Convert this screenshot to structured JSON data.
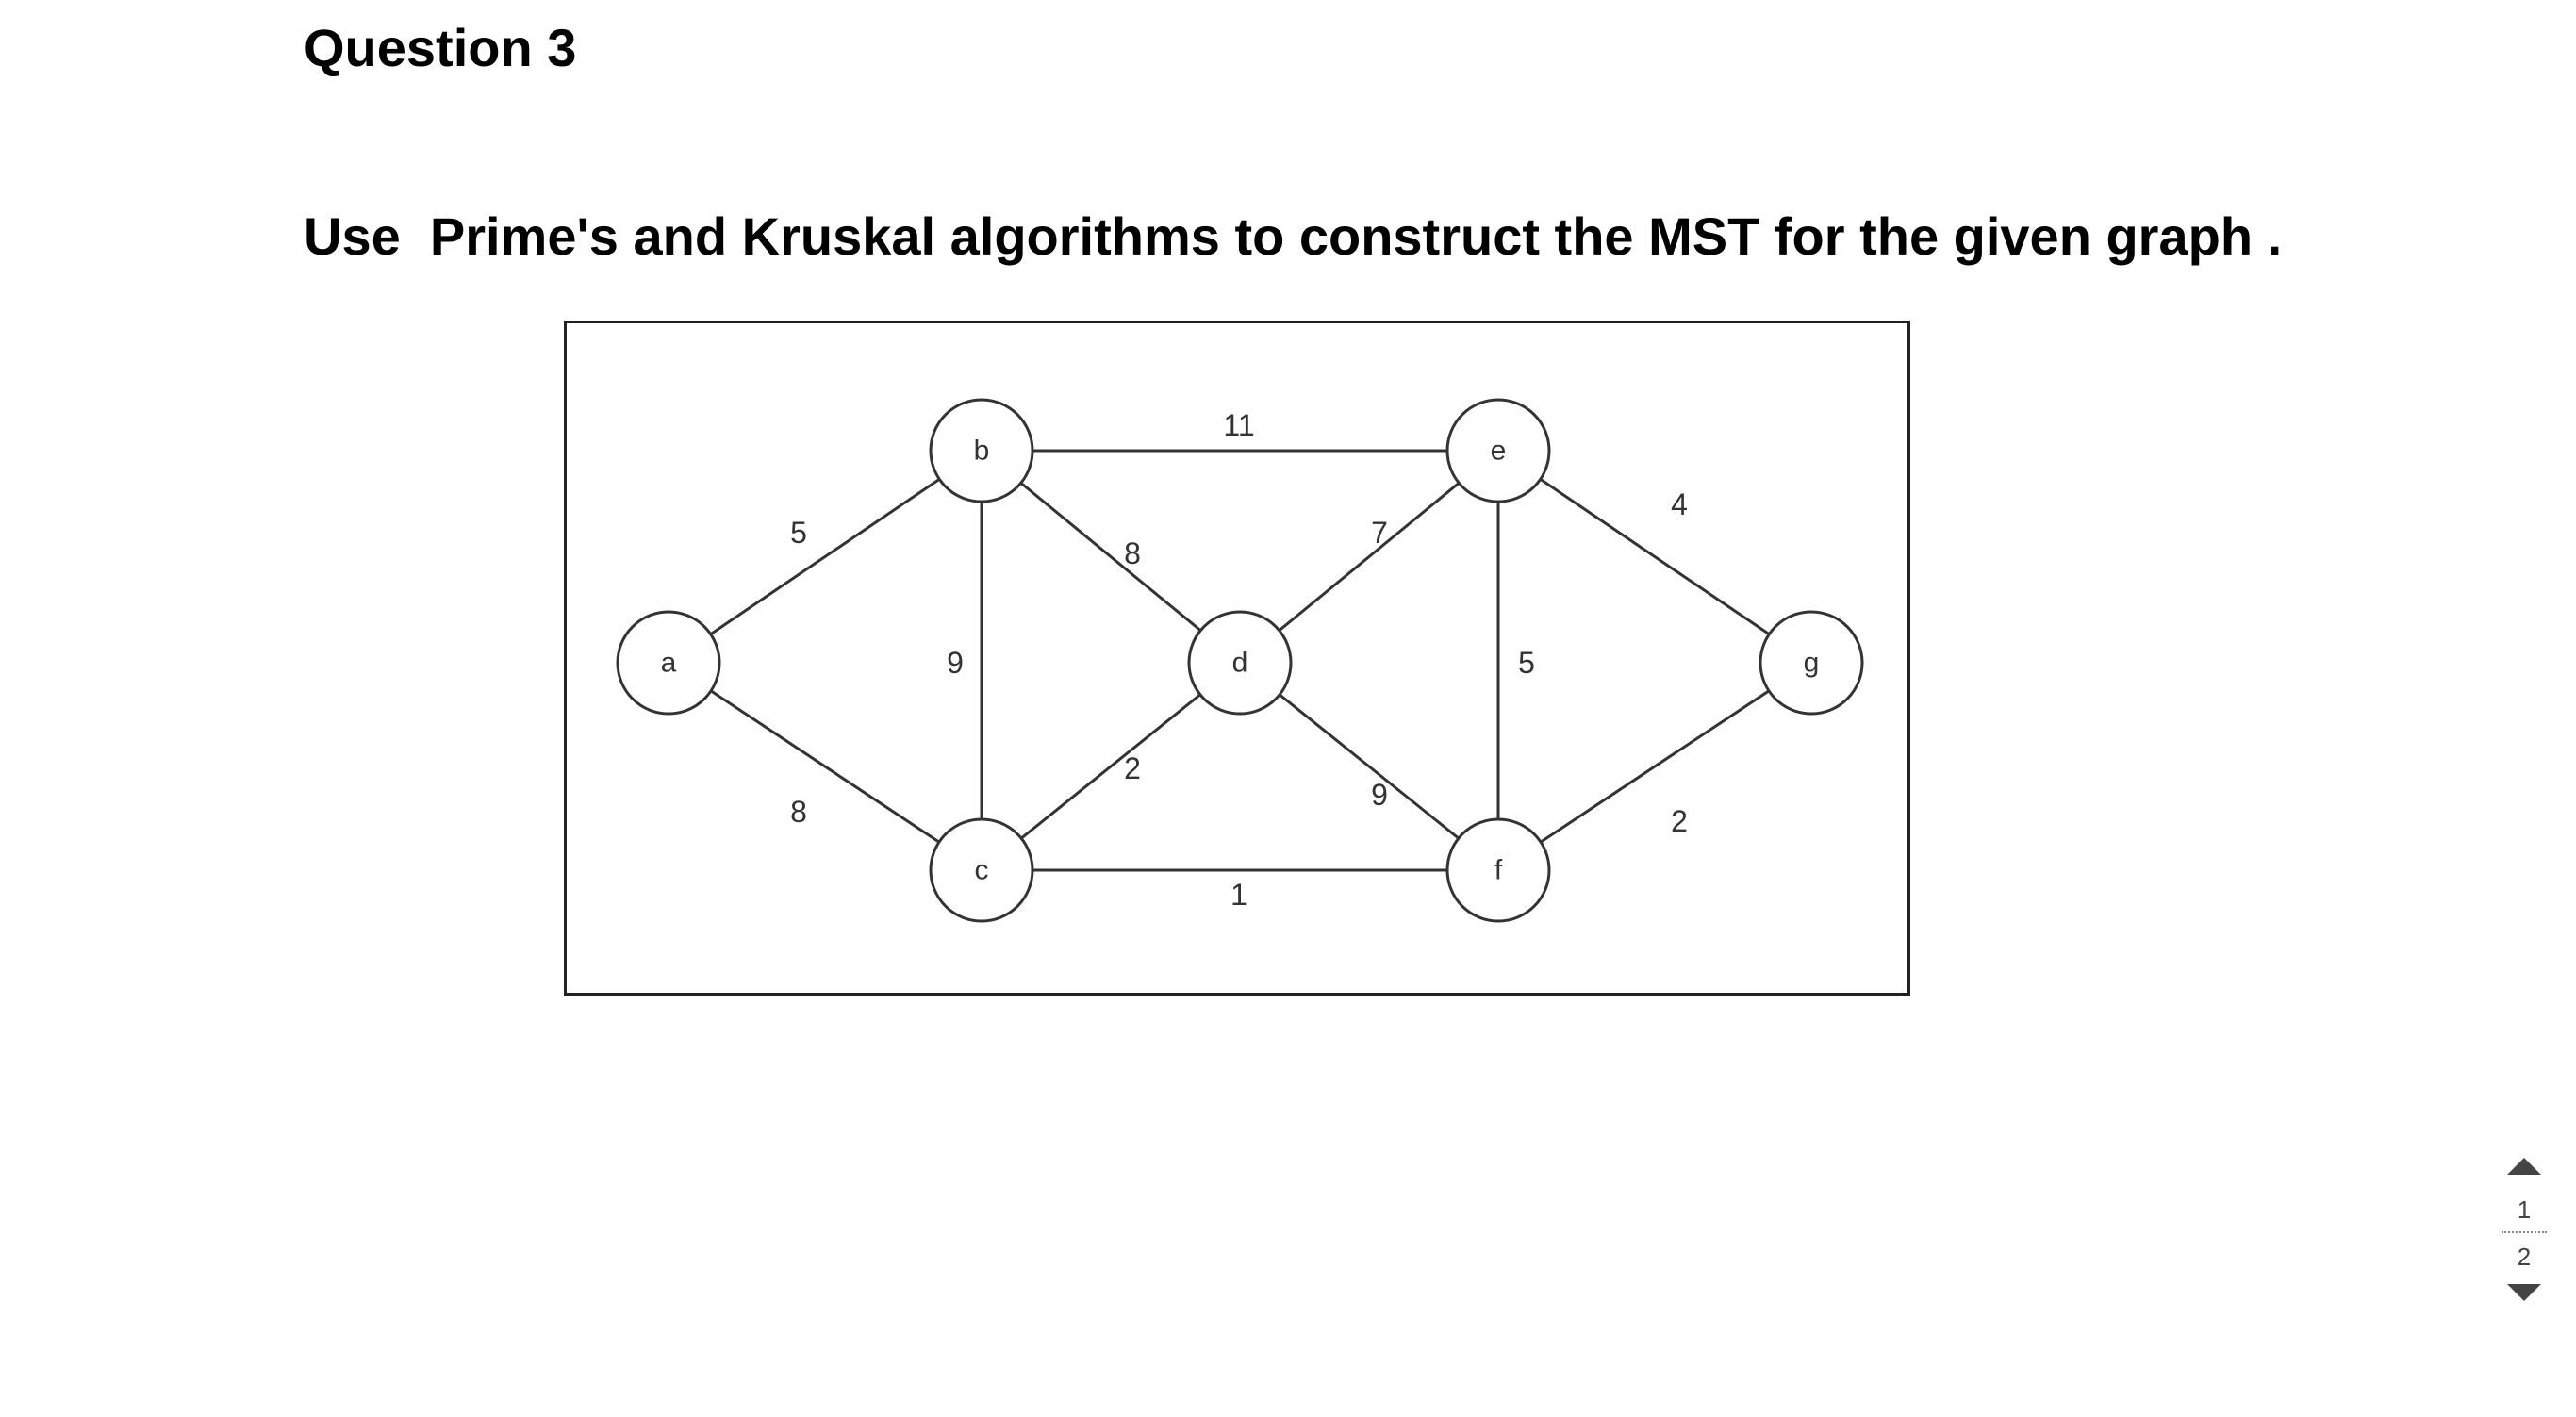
{
  "question": {
    "title": "Question 3",
    "text": "Use  Prime's and Kruskal algorithms to construct the MST for the given graph ."
  },
  "graph": {
    "nodes": [
      {
        "id": "a",
        "label": "a"
      },
      {
        "id": "b",
        "label": "b"
      },
      {
        "id": "c",
        "label": "c"
      },
      {
        "id": "d",
        "label": "d"
      },
      {
        "id": "e",
        "label": "e"
      },
      {
        "id": "f",
        "label": "f"
      },
      {
        "id": "g",
        "label": "g"
      }
    ],
    "edges": [
      {
        "from": "a",
        "to": "b",
        "weight": "5"
      },
      {
        "from": "a",
        "to": "c",
        "weight": "8"
      },
      {
        "from": "b",
        "to": "c",
        "weight": "9"
      },
      {
        "from": "b",
        "to": "d",
        "weight": "8"
      },
      {
        "from": "b",
        "to": "e",
        "weight": "11"
      },
      {
        "from": "c",
        "to": "d",
        "weight": "2"
      },
      {
        "from": "c",
        "to": "f",
        "weight": "1"
      },
      {
        "from": "d",
        "to": "e",
        "weight": "7"
      },
      {
        "from": "d",
        "to": "f",
        "weight": "9"
      },
      {
        "from": "e",
        "to": "f",
        "weight": "5"
      },
      {
        "from": "e",
        "to": "g",
        "weight": "4"
      },
      {
        "from": "f",
        "to": "g",
        "weight": "2"
      }
    ]
  },
  "pager": {
    "current_page": "1",
    "total_pages": "2"
  }
}
